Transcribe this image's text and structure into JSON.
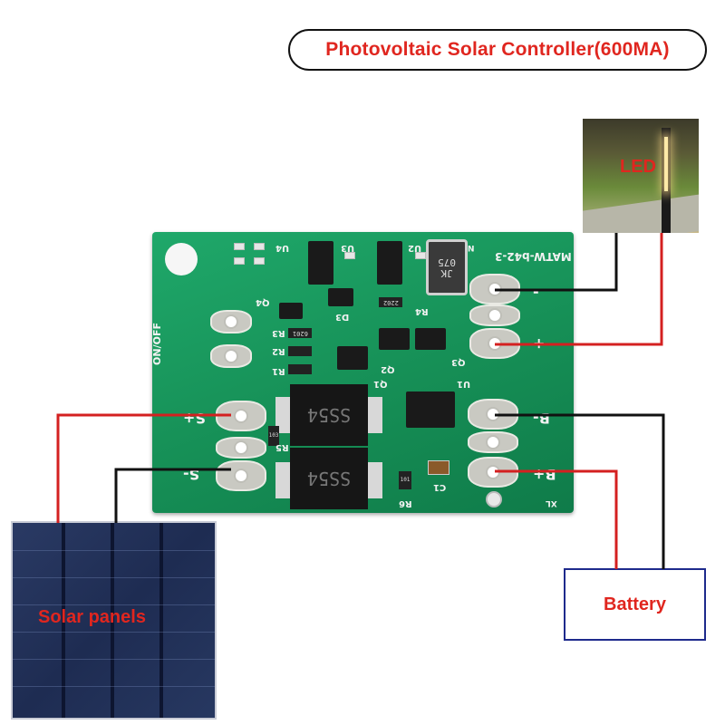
{
  "title": "Photovoltaic Solar Controller(600MA)",
  "labels": {
    "led": "LED",
    "solar": "Solar panels",
    "battery": "Battery"
  },
  "board": {
    "model": "MATW-b42-3",
    "on_off": "ON/OFF",
    "s_plus": "S+",
    "s_minus": "S-",
    "b_minus": "B-",
    "b_plus": "B+",
    "l_minus": "-",
    "l_plus": "+",
    "diode": "SS54",
    "inductor": "JK 075",
    "refs": [
      "U4",
      "U3",
      "U2",
      "Q4",
      "D3",
      "R4",
      "R3",
      "R2",
      "R1",
      "Q2",
      "Q3",
      "Q1",
      "U1",
      "R5",
      "R6",
      "C1",
      "XL",
      "N"
    ],
    "chip_codes": [
      "6201",
      "2202",
      "103",
      "101"
    ]
  },
  "colors": {
    "title_text": "#e0261f",
    "wire_positive": "#d42020",
    "wire_negative": "#111111",
    "pcb": "#18955c",
    "battery_border": "#1e2a8c"
  }
}
